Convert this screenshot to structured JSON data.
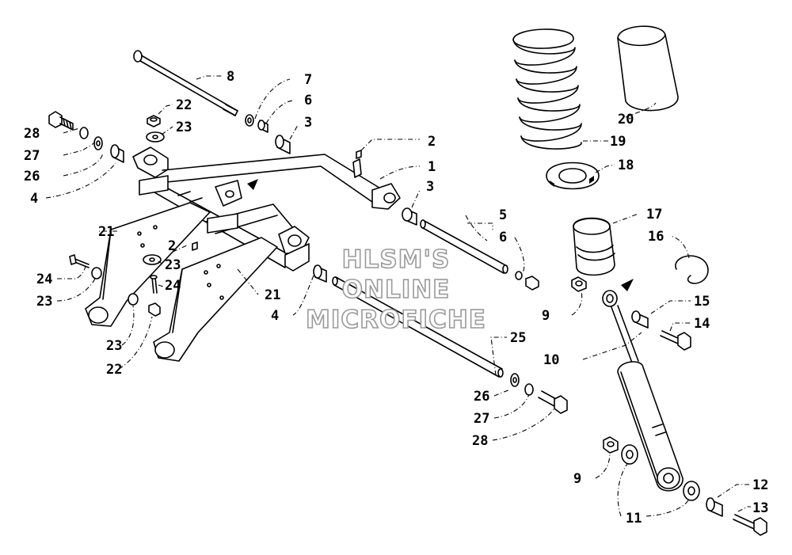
{
  "watermark": {
    "lines": [
      "HLSM'S",
      "ONLINE",
      "MICROFICHE"
    ],
    "color": "#9a9a9a"
  },
  "callouts": [
    {
      "id": "c1",
      "label": "1"
    },
    {
      "id": "c2a",
      "label": "2"
    },
    {
      "id": "c2b",
      "label": "2"
    },
    {
      "id": "c3a",
      "label": "3"
    },
    {
      "id": "c3b",
      "label": "3"
    },
    {
      "id": "c4a",
      "label": "4"
    },
    {
      "id": "c4b",
      "label": "4"
    },
    {
      "id": "c5",
      "label": "5"
    },
    {
      "id": "c6a",
      "label": "6"
    },
    {
      "id": "c6b",
      "label": "6"
    },
    {
      "id": "c7",
      "label": "7"
    },
    {
      "id": "c8",
      "label": "8"
    },
    {
      "id": "c9a",
      "label": "9"
    },
    {
      "id": "c9b",
      "label": "9"
    },
    {
      "id": "c10",
      "label": "10"
    },
    {
      "id": "c11",
      "label": "11"
    },
    {
      "id": "c12",
      "label": "12"
    },
    {
      "id": "c13",
      "label": "13"
    },
    {
      "id": "c14",
      "label": "14"
    },
    {
      "id": "c15",
      "label": "15"
    },
    {
      "id": "c16",
      "label": "16"
    },
    {
      "id": "c17",
      "label": "17"
    },
    {
      "id": "c18",
      "label": "18"
    },
    {
      "id": "c19",
      "label": "19"
    },
    {
      "id": "c20",
      "label": "20"
    },
    {
      "id": "c21a",
      "label": "21"
    },
    {
      "id": "c21b",
      "label": "21"
    },
    {
      "id": "c22a",
      "label": "22"
    },
    {
      "id": "c22b",
      "label": "22"
    },
    {
      "id": "c23a",
      "label": "23"
    },
    {
      "id": "c23b",
      "label": "23"
    },
    {
      "id": "c23c",
      "label": "23"
    },
    {
      "id": "c23d",
      "label": "23"
    },
    {
      "id": "c24a",
      "label": "24"
    },
    {
      "id": "c24b",
      "label": "24"
    },
    {
      "id": "c25",
      "label": "25"
    },
    {
      "id": "c26a",
      "label": "26"
    },
    {
      "id": "c26b",
      "label": "26"
    },
    {
      "id": "c27a",
      "label": "27"
    },
    {
      "id": "c27b",
      "label": "27"
    },
    {
      "id": "c28a",
      "label": "28"
    },
    {
      "id": "c28b",
      "label": "28"
    }
  ]
}
